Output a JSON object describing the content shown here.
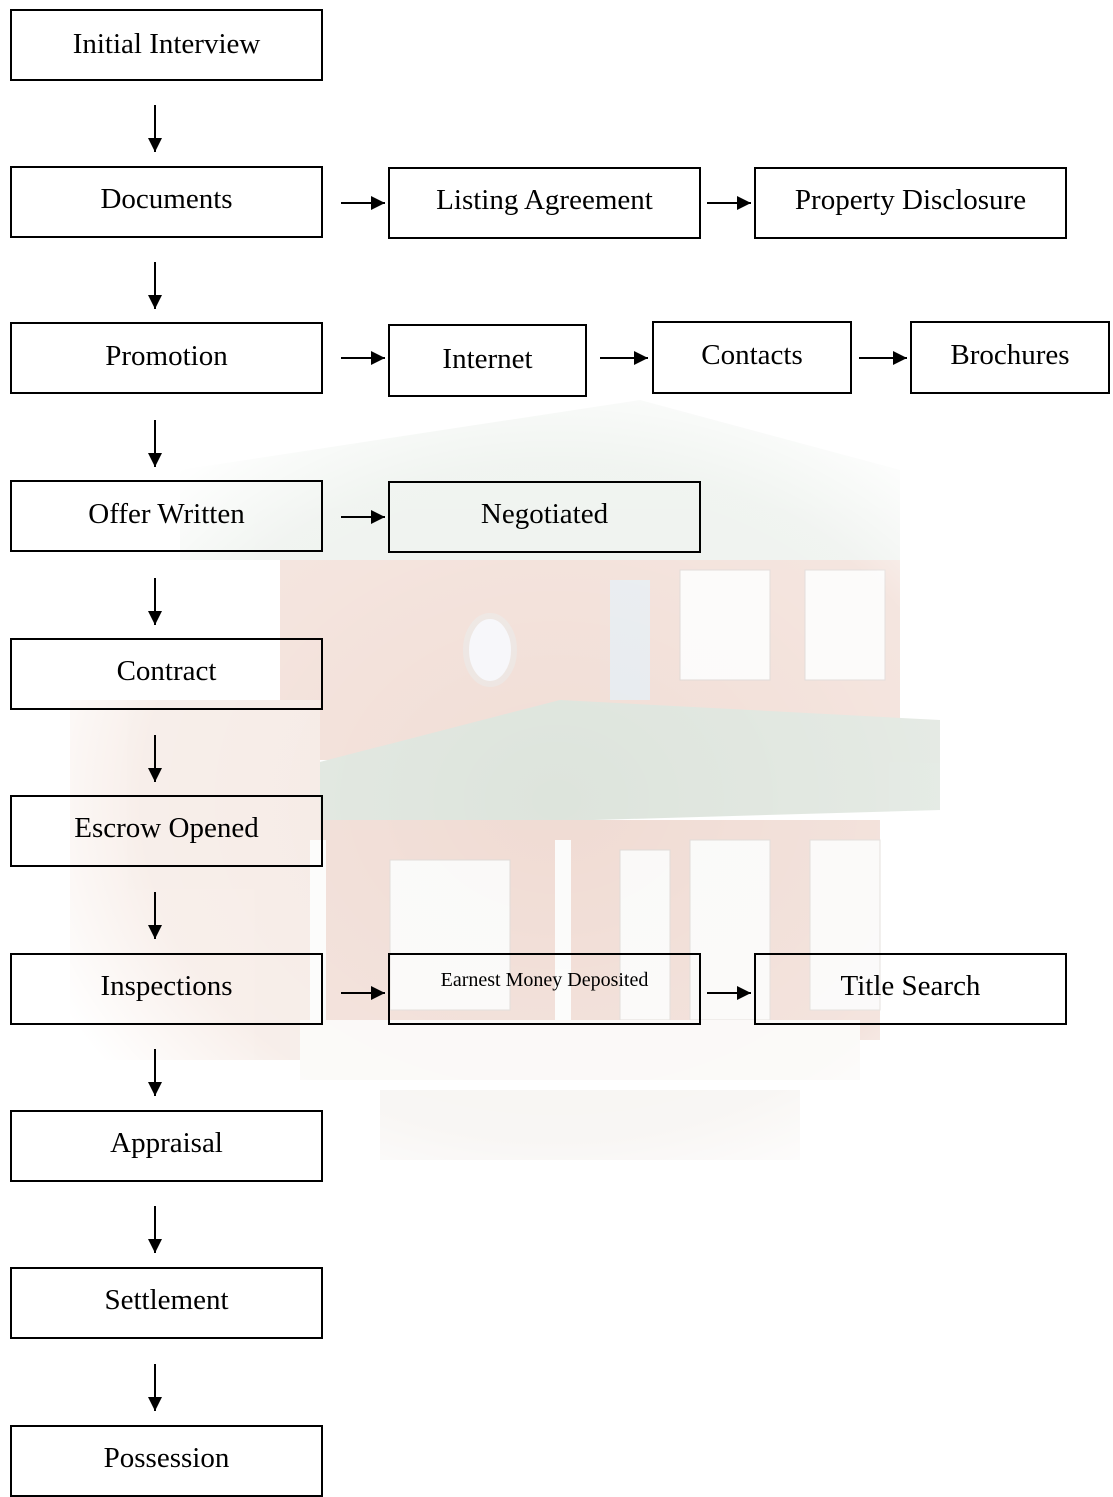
{
  "flowchart": {
    "main_steps": [
      "Initial Interview",
      "Documents",
      "Promotion",
      "Offer Written",
      "Contract",
      "Escrow Opened",
      "Inspections",
      "Appraisal",
      "Settlement",
      "Possession"
    ],
    "branches": {
      "documents": [
        "Listing Agreement",
        "Property Disclosure"
      ],
      "promotion": [
        "Internet",
        "Contacts",
        "Brochures"
      ],
      "offer_written": [
        "Negotiated"
      ],
      "inspections": [
        "Earnest Money Deposited",
        "Title Search"
      ]
    }
  }
}
